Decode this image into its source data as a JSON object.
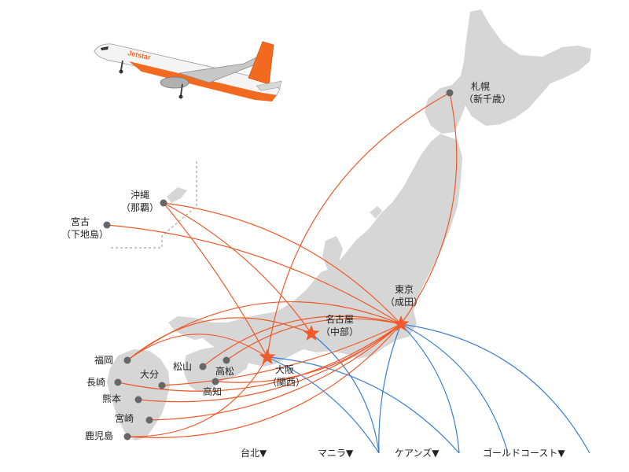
{
  "colors": {
    "domestic_route": "#ee5a2a",
    "international_route": "#3a7fd0",
    "hub_star": "#f05a28",
    "city_dot": "#666666",
    "land": "#d6d6d6",
    "island_boundary": "#b5b5b5"
  },
  "aircraft": {
    "icon": "airplane-icon",
    "livery_text": "Jetstar"
  },
  "hubs": [
    {
      "id": "tokyo",
      "line1": "東京",
      "line2": "（成田）"
    },
    {
      "id": "nagoya",
      "line1": "名古屋",
      "line2": "（中部）"
    },
    {
      "id": "osaka",
      "line1": "大阪",
      "line2": "（関西）"
    }
  ],
  "cities": [
    {
      "id": "sapporo",
      "line1": "札幌",
      "line2": "（新千歳）"
    },
    {
      "id": "okinawa",
      "line1": "沖縄",
      "line2": "（那覇）"
    },
    {
      "id": "miyako",
      "line1": "宮古",
      "line2": "（下地島）"
    },
    {
      "id": "fukuoka",
      "line1": "福岡",
      "line2": ""
    },
    {
      "id": "nagasaki",
      "line1": "長崎",
      "line2": ""
    },
    {
      "id": "kumamoto",
      "line1": "熊本",
      "line2": ""
    },
    {
      "id": "miyazaki",
      "line1": "宮崎",
      "line2": ""
    },
    {
      "id": "kagoshima",
      "line1": "鹿児島",
      "line2": ""
    },
    {
      "id": "oita",
      "line1": "大分",
      "line2": ""
    },
    {
      "id": "matsuyama",
      "line1": "松山",
      "line2": ""
    },
    {
      "id": "takamatsu",
      "line1": "高松",
      "line2": ""
    },
    {
      "id": "kochi",
      "line1": "高知",
      "line2": ""
    }
  ],
  "international": [
    {
      "id": "taipei",
      "label": "台北▼"
    },
    {
      "id": "manila",
      "label": "マニラ▼"
    },
    {
      "id": "cairns",
      "label": "ケアンズ▼"
    },
    {
      "id": "goldcoast",
      "label": "ゴールドコースト▼"
    }
  ],
  "routes_domestic": [
    [
      "sapporo",
      "tokyo"
    ],
    [
      "sapporo",
      "osaka"
    ],
    [
      "okinawa",
      "tokyo"
    ],
    [
      "okinawa",
      "nagoya"
    ],
    [
      "okinawa",
      "osaka"
    ],
    [
      "miyako",
      "tokyo"
    ],
    [
      "fukuoka",
      "tokyo"
    ],
    [
      "fukuoka",
      "nagoya"
    ],
    [
      "fukuoka",
      "osaka"
    ],
    [
      "nagasaki",
      "tokyo"
    ],
    [
      "kumamoto",
      "tokyo"
    ],
    [
      "miyazaki",
      "tokyo"
    ],
    [
      "kagoshima",
      "tokyo"
    ],
    [
      "kagoshima",
      "osaka"
    ],
    [
      "oita",
      "tokyo"
    ],
    [
      "matsuyama",
      "tokyo"
    ],
    [
      "takamatsu",
      "tokyo"
    ],
    [
      "kochi",
      "tokyo"
    ]
  ],
  "routes_international": [
    [
      "osaka",
      "taipei"
    ],
    [
      "osaka",
      "manila"
    ],
    [
      "nagoya",
      "taipei"
    ],
    [
      "tokyo",
      "taipei"
    ],
    [
      "tokyo",
      "manila"
    ],
    [
      "tokyo",
      "cairns"
    ],
    [
      "tokyo",
      "goldcoast"
    ]
  ]
}
